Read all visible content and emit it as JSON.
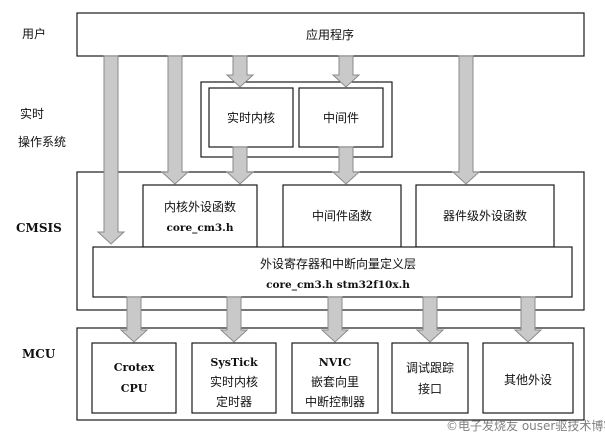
{
  "side_labels": {
    "user": "用户",
    "rtos_line1": "实时",
    "rtos_line2": "操作系统",
    "cmsis": "CMSIS",
    "mcu": "MCU"
  },
  "application": {
    "label": "应用程序"
  },
  "rtos": {
    "kernel": "实时内核",
    "middleware": "中间件"
  },
  "cmsis": {
    "core_peripheral_line1": "内核外设函数",
    "core_peripheral_line2": "core_cm3.h",
    "middleware_functions": "中间件函数",
    "device_peripheral_functions": "器件级外设函数",
    "register_layer_line1": "外设寄存器和中断向量定义层",
    "register_layer_line2": "core_cm3.h stm32f10x.h"
  },
  "mcu": {
    "cortex_line1": "Crotex",
    "cortex_line2": "CPU",
    "systick_line1": "SysTick",
    "systick_line2": "实时内核",
    "systick_line3": "定时器",
    "nvic_line1": "NVIC",
    "nvic_line2": "嵌套向里",
    "nvic_line3": "中断控制器",
    "debug_line1": "调试跟踪",
    "debug_line2": "接口",
    "other": "其他外设"
  },
  "watermark": "©电子发烧友 ouser驱技术博客"
}
